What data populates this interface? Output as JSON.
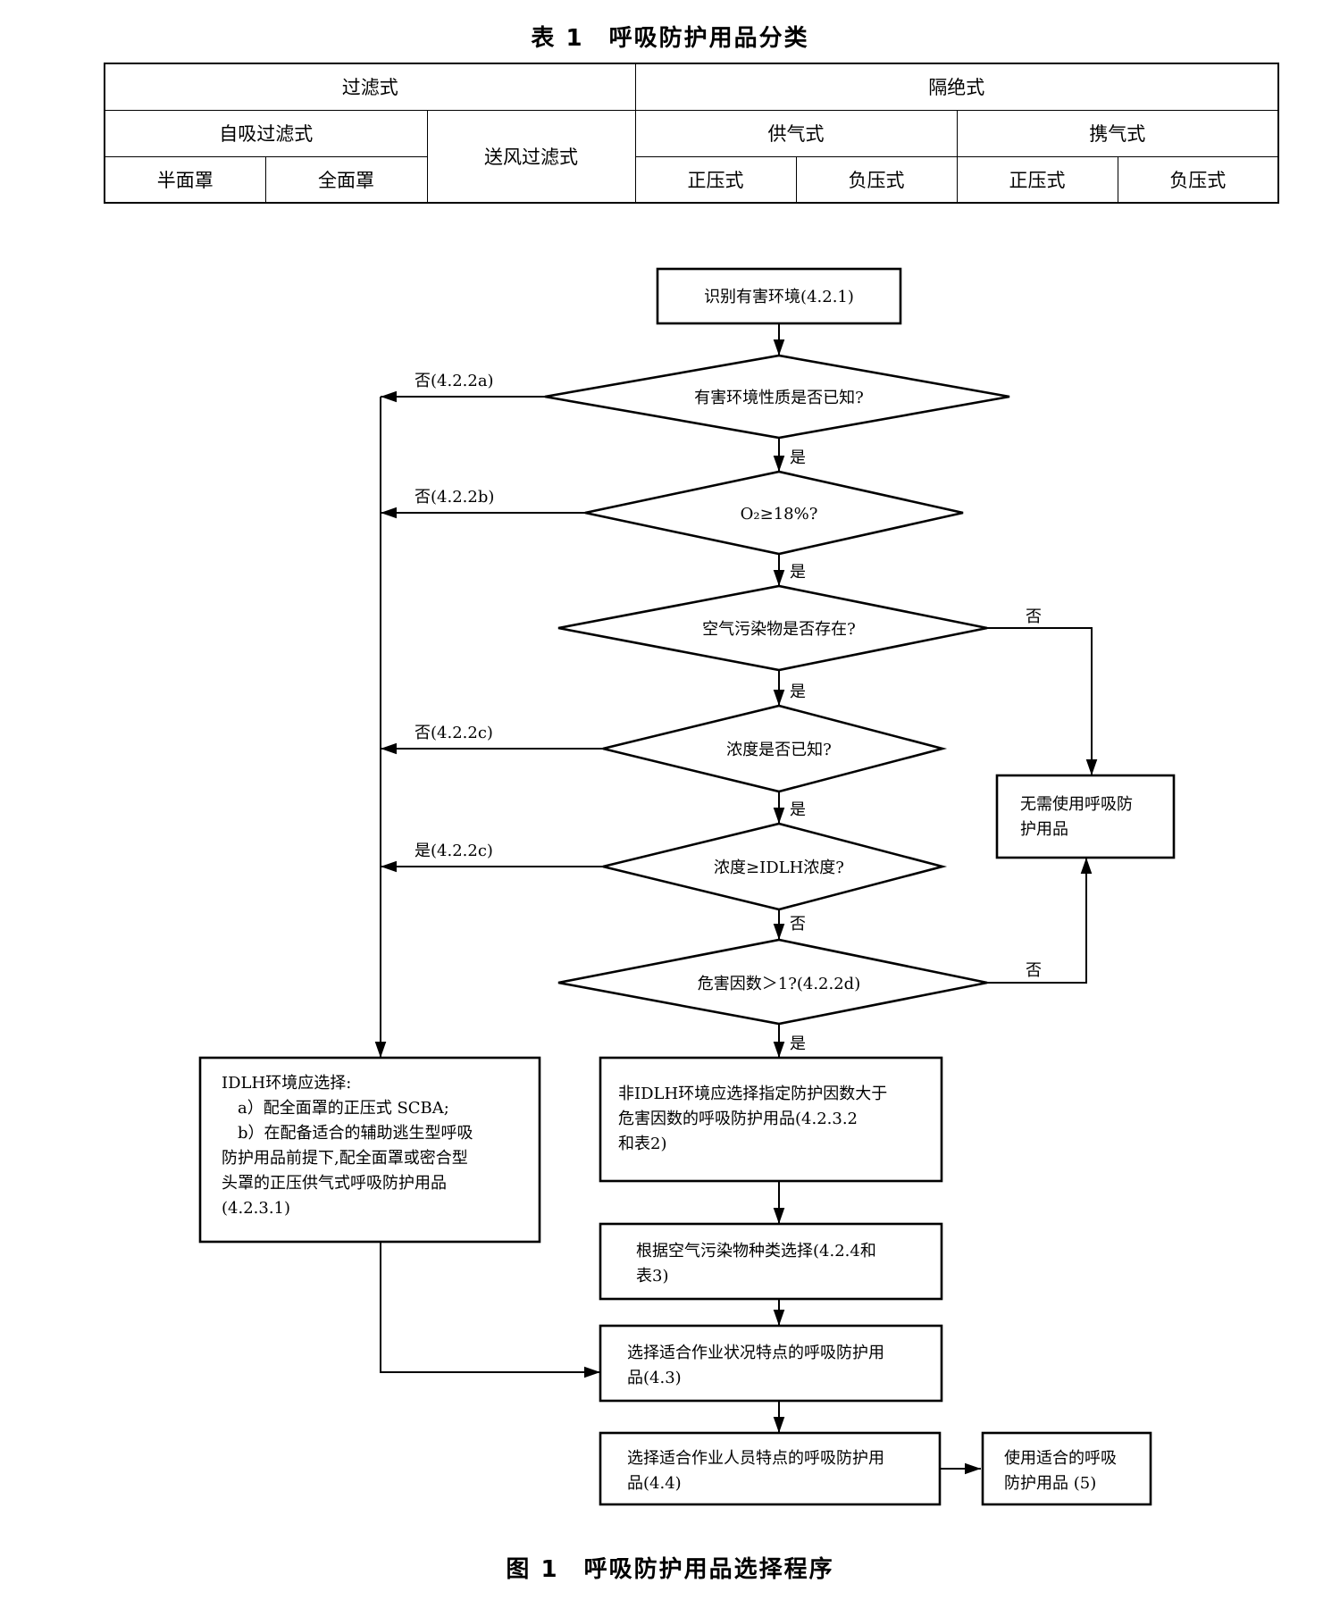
{
  "table": {
    "title": "表 1　呼吸防护用品分类",
    "filtering": "过滤式",
    "isolating": "隔绝式",
    "self_priming": "自吸过滤式",
    "powered": "送风过滤式",
    "supplied": "供气式",
    "carried": "携气式",
    "half_mask": "半面罩",
    "full_mask": "全面罩",
    "positive1": "正压式",
    "negative1": "负压式",
    "positive2": "正压式",
    "negative2": "负压式"
  },
  "flow": {
    "identify": "识别有害环境(4.2.1)",
    "known": "有害环境性质是否已知?",
    "oxygen": "O₂≥18%?",
    "pollutant": "空气污染物是否存在?",
    "conc_known": "浓度是否已知?",
    "idlh_check": "浓度≥IDLH浓度?",
    "hazard": "危害因数＞1?(4.2.2d)",
    "no_need_1": "无需使用呼吸防",
    "no_need_2": "护用品",
    "idlh_1": "IDLH环境应选择:",
    "idlh_2": "a）配全面罩的正压式 SCBA;",
    "idlh_3": "b）在配备适合的辅助逃生型呼吸",
    "idlh_4": "防护用品前提下,配全面罩或密合型",
    "idlh_5": "头罩的正压供气式呼吸防护用品",
    "idlh_6": "(4.2.3.1)",
    "non_idlh_1": "非IDLH环境应选择指定防护因数大于",
    "non_idlh_2": "危害因数的呼吸防护用品(4.2.3.2",
    "non_idlh_3": "和表2)",
    "by_type_1": "根据空气污染物种类选择(4.2.4和",
    "by_type_2": "表3)",
    "work_1": "选择适合作业状况特点的呼吸防护用",
    "work_2": "品(4.3)",
    "person_1": "选择适合作业人员特点的呼吸防护用",
    "person_2": "品(4.4)",
    "use_1": "使用适合的呼吸",
    "use_2": "防护用品 (5)",
    "no_a": "否(4.2.2a)",
    "no_b": "否(4.2.2b)",
    "no_c": "否(4.2.2c)",
    "yes_c": "是(4.2.2c)",
    "yes1": "是",
    "yes2": "是",
    "yes3": "是",
    "yes4": "是",
    "yes5": "是",
    "no1": "否",
    "no2": "否",
    "no3": "否"
  },
  "figure_title": "图 1　呼吸防护用品选择程序"
}
